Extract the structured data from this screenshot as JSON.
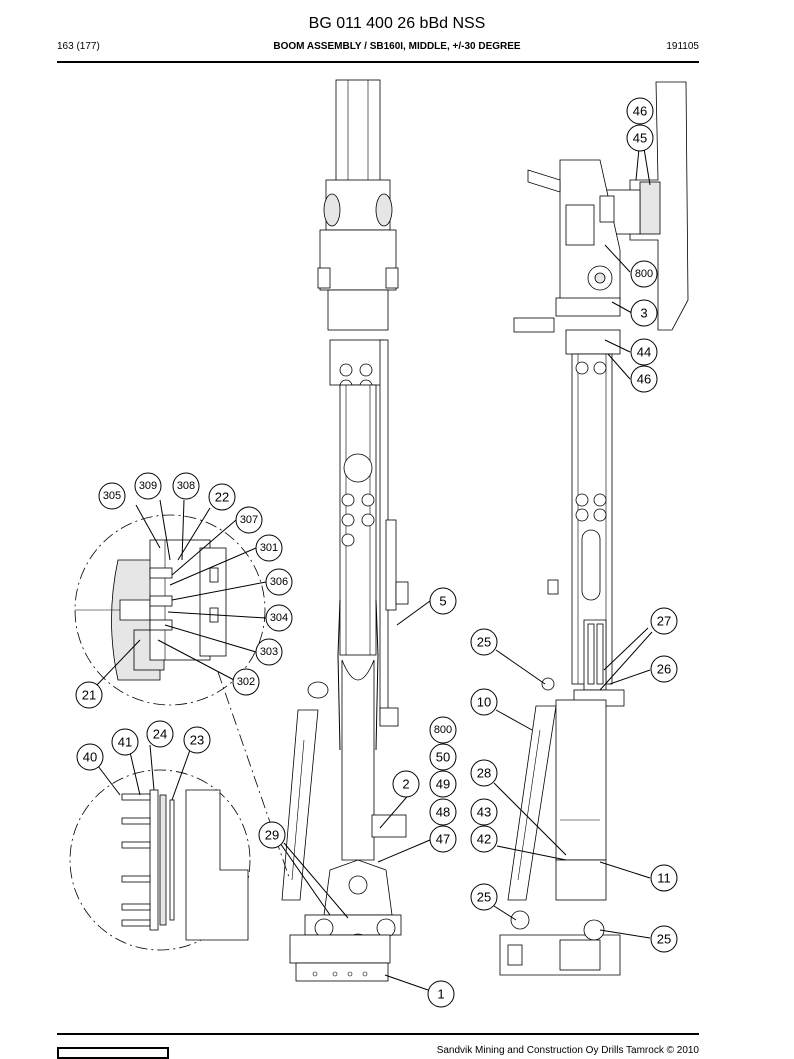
{
  "header": {
    "title": "BG 011 400 26 bBd NSS",
    "page": "163 (177)",
    "section": "BOOM ASSEMBLY / SB160I, MIDDLE, +/-30 DEGREE",
    "code": "191105"
  },
  "footer": {
    "copyright": "Sandvik Mining and Construction Oy Drills Tamrock © 2010"
  },
  "callouts": [
    {
      "id": "c46a",
      "label": "46"
    },
    {
      "id": "c45",
      "label": "45"
    },
    {
      "id": "c800a",
      "label": "800"
    },
    {
      "id": "c3",
      "label": "3"
    },
    {
      "id": "c44",
      "label": "44"
    },
    {
      "id": "c46b",
      "label": "46"
    },
    {
      "id": "c309",
      "label": "309"
    },
    {
      "id": "c308",
      "label": "308"
    },
    {
      "id": "c305",
      "label": "305"
    },
    {
      "id": "c22",
      "label": "22"
    },
    {
      "id": "c307",
      "label": "307"
    },
    {
      "id": "c301",
      "label": "301"
    },
    {
      "id": "c306",
      "label": "306"
    },
    {
      "id": "c5",
      "label": "5"
    },
    {
      "id": "c304",
      "label": "304"
    },
    {
      "id": "c27",
      "label": "27"
    },
    {
      "id": "c25a",
      "label": "25"
    },
    {
      "id": "c303",
      "label": "303"
    },
    {
      "id": "c26",
      "label": "26"
    },
    {
      "id": "c302",
      "label": "302"
    },
    {
      "id": "c21",
      "label": "21"
    },
    {
      "id": "c10",
      "label": "10"
    },
    {
      "id": "c800b",
      "label": "800"
    },
    {
      "id": "c24",
      "label": "24"
    },
    {
      "id": "c41",
      "label": "41"
    },
    {
      "id": "c23",
      "label": "23"
    },
    {
      "id": "c40",
      "label": "40"
    },
    {
      "id": "c50",
      "label": "50"
    },
    {
      "id": "c28",
      "label": "28"
    },
    {
      "id": "c2",
      "label": "2"
    },
    {
      "id": "c49",
      "label": "49"
    },
    {
      "id": "c48",
      "label": "48"
    },
    {
      "id": "c43",
      "label": "43"
    },
    {
      "id": "c29",
      "label": "29"
    },
    {
      "id": "c47",
      "label": "47"
    },
    {
      "id": "c42",
      "label": "42"
    },
    {
      "id": "c11",
      "label": "11"
    },
    {
      "id": "c25b",
      "label": "25"
    },
    {
      "id": "c25c",
      "label": "25"
    },
    {
      "id": "c1",
      "label": "1"
    }
  ]
}
